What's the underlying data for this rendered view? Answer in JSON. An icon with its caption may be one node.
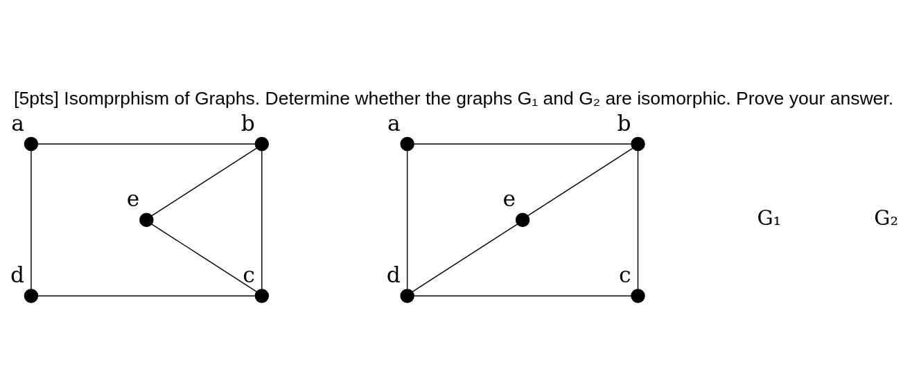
{
  "diagram": {
    "title": "[5pts] Isomprphism of Graphs. Determine whether the graphs G₁ and G₂ are isomorphic. Prove your answer.",
    "nodes": [
      {
        "text": [],
        "shape": "circle",
        "beside": [
          "a"
        ]
      },
      {
        "text": [],
        "shape": "circle",
        "beside": [
          "b"
        ]
      },
      {
        "text": [],
        "shape": "circle",
        "beside": [
          "e"
        ]
      },
      {
        "text": [],
        "shape": "circle",
        "beside": [
          "d"
        ]
      },
      {
        "text": [],
        "shape": "circle",
        "beside": [
          "c"
        ]
      },
      {
        "text": [],
        "shape": "circle",
        "beside": [
          "a"
        ]
      },
      {
        "text": [],
        "shape": "circle",
        "beside": [
          "b"
        ]
      },
      {
        "text": [],
        "shape": "circle",
        "beside": [
          "e"
        ]
      },
      {
        "text": [],
        "shape": "circle",
        "beside": [
          "d"
        ]
      },
      {
        "text": [],
        "shape": "circle",
        "beside": [
          "c"
        ]
      }
    ],
    "edges": [
      {
        "from": 0,
        "to": 1,
        "arrow": "none"
      },
      {
        "from": 0,
        "to": 3,
        "arrow": "none"
      },
      {
        "from": 1,
        "to": 4,
        "arrow": "none"
      },
      {
        "from": 1,
        "to": 2,
        "arrow": "none"
      },
      {
        "from": 2,
        "to": 4,
        "arrow": "none"
      },
      {
        "from": 3,
        "to": 4,
        "arrow": "none"
      },
      {
        "from": 5,
        "to": 6,
        "arrow": "none"
      },
      {
        "from": 5,
        "to": 8,
        "arrow": "none"
      },
      {
        "from": 6,
        "to": 9,
        "arrow": "none"
      },
      {
        "from": 8,
        "to": 9,
        "arrow": "none"
      },
      {
        "from": 8,
        "to": 7,
        "arrow": "none"
      },
      {
        "from": 7,
        "to": 6,
        "arrow": "none"
      }
    ],
    "labels": [
      "G₁",
      "G₂"
    ]
  }
}
